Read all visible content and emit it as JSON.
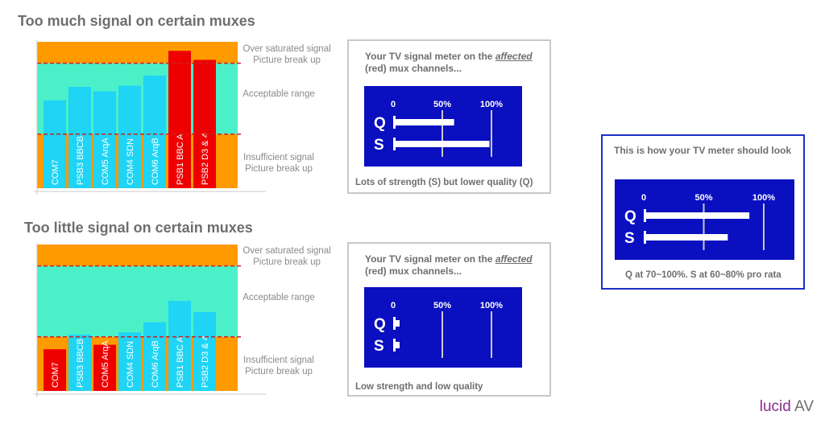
{
  "charts": [
    {
      "heading": "Too much signal on certain muxes",
      "zones": {
        "over": "Over saturated signal\nPicture break up",
        "acceptable": "Acceptable range",
        "insufficient": "Insufficient signal\nPicture break up"
      },
      "chart_data": {
        "type": "bar",
        "categories": [
          "COM7",
          "PSB3 BBCB",
          "COM5 ArqA",
          "COM4 SDN",
          "COM6 ArqB",
          "PSB1 BBC A",
          "PSB2 D3 & 4"
        ],
        "values": [
          78,
          90,
          86,
          91,
          100,
          122,
          114
        ],
        "highlight": [
          false,
          false,
          false,
          false,
          false,
          true,
          true
        ],
        "ylim": [
          0,
          130
        ],
        "thresholds": {
          "low": 48,
          "high": 111
        },
        "colors": {
          "normal": "#1fd4f4",
          "affected": "#ee0000",
          "over": "#ff9a00",
          "acceptable": "#4cf0c8",
          "insufficient": "#ff9a00",
          "line": "#cc2020"
        }
      }
    },
    {
      "heading": "Too little signal on certain muxes",
      "zones": {
        "over": "Over saturated signal\nPicture break up",
        "acceptable": "Acceptable range",
        "insufficient": "Insufficient signal\nPicture break up"
      },
      "chart_data": {
        "type": "bar",
        "categories": [
          "COM7",
          "PSB3 BBCB",
          "COM5 ArqA",
          "COM4 SDN",
          "COM6 ArqB",
          "PSB1 BBC A",
          "PSB2 D3 & 4"
        ],
        "values": [
          37,
          50,
          41,
          52,
          61,
          80,
          70
        ],
        "highlight": [
          true,
          false,
          true,
          false,
          false,
          false,
          false
        ],
        "ylim": [
          0,
          130
        ],
        "thresholds": {
          "low": 48,
          "high": 111
        },
        "colors": {
          "normal": "#1fd4f4",
          "affected": "#ee0000",
          "over": "#ff9a00",
          "acceptable": "#4cf0c8",
          "insufficient": "#ff9a00",
          "line": "#cc2020"
        }
      }
    }
  ],
  "meters": [
    {
      "title_prefix": "Your TV signal meter on the ",
      "title_em": "affected",
      "title_suffix": "(red) mux channels...",
      "caption": "Lots of strength (S) but lower quality (Q)",
      "ticks": [
        "0",
        "50%",
        "100%"
      ],
      "Q_label": "Q",
      "S_label": "S",
      "Q_value": 62,
      "S_value": 98
    },
    {
      "title_prefix": "Your TV signal meter on the ",
      "title_em": "affected",
      "title_suffix": "(red) mux channels...",
      "caption": "Low strength and low quality",
      "ticks": [
        "0",
        "50%",
        "100%"
      ],
      "Q_label": "Q",
      "S_label": "S",
      "Q_value": 5,
      "S_value": 5
    },
    {
      "title_prefix": "This is how your TV meter should look",
      "title_em": "",
      "title_suffix": "",
      "caption": "Q at 70~100%. S at 60~80% pro rata",
      "ticks": [
        "0",
        "50%",
        "100%"
      ],
      "Q_label": "Q",
      "S_label": "S",
      "Q_value": 88,
      "S_value": 70
    }
  ],
  "brand": {
    "name": "lucid",
    "suffix": " AV"
  },
  "colors": {
    "meter_bg": "#0a0fc0",
    "meter_fg": "#ffffff"
  }
}
